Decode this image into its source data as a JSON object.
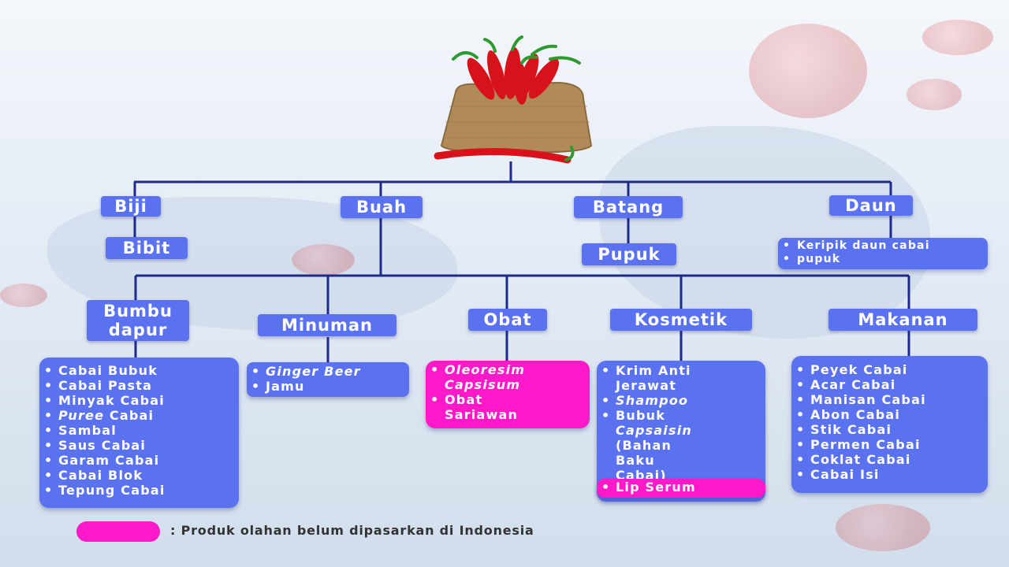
{
  "level1": {
    "biji": "Biji",
    "buah": "Buah",
    "batang": "Batang",
    "daun": "Daun"
  },
  "level2": {
    "bibit": "Bibit",
    "pupuk": "Pupuk",
    "daun_items": [
      "Keripik daun cabai",
      "pupuk"
    ]
  },
  "categories": {
    "bumbu": "Bumbu dapur",
    "minuman": "Minuman",
    "obat": "Obat",
    "kosmetik": "Kosmetik",
    "makanan": "Makanan"
  },
  "lists": {
    "bumbu": [
      "Cabai Bubuk",
      "Cabai Pasta",
      "Minyak Cabai",
      "Puree",
      "Cabai",
      "Sambal",
      "Saus Cabai",
      "Garam Cabai",
      "Cabai Blok",
      "Tepung Cabai"
    ],
    "minuman": [
      "Ginger Beer",
      "Jamu"
    ],
    "obat": [
      "Oleoresim Capsisum",
      "Obat Sariawan"
    ],
    "kosmetik": [
      "Krim Anti Jerawat",
      "Shampoo",
      "Bubuk",
      "Capsaisin",
      "(Bahan Baku Cabai)",
      "Lip Serum"
    ],
    "makanan": [
      "Peyek Cabai",
      "Acar Cabai",
      "Manisan Cabai",
      "Abon Cabai",
      "Stik Cabai",
      "Permen Cabai",
      "Coklat Cabai",
      "Cabai Isi"
    ]
  },
  "legend": {
    "text": ": Produk olahan belum dipasarkan di Indonesia",
    "color": "#ff19c8"
  },
  "colors": {
    "node": "#5b72f0",
    "highlight": "#ff19c8",
    "line": "#1d2a8c"
  },
  "icons": {
    "root": "chili-sack-icon"
  }
}
